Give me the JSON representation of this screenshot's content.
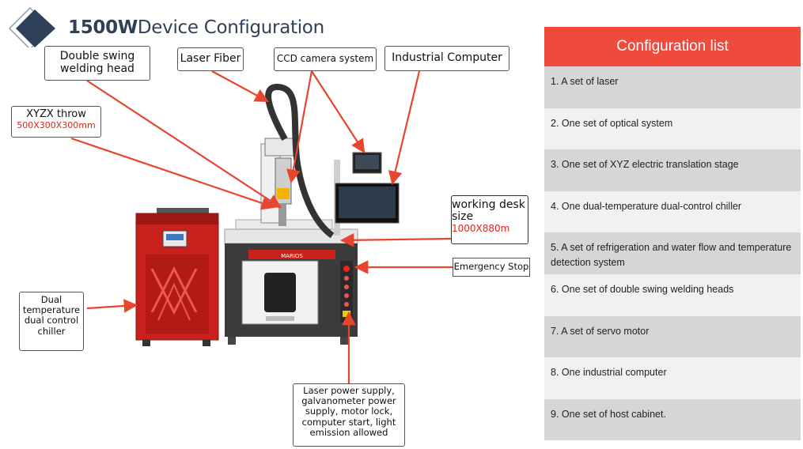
{
  "header": {
    "title_strong": "1500W",
    "title_rest": "Device Configuration"
  },
  "callouts": {
    "double_swing": "Double swing welding head",
    "laser_fiber": "Laser Fiber",
    "ccd_camera": "CCD camera system",
    "industrial_computer": "Industrial Computer",
    "xyzx_throw": "XYZX throw",
    "xyzx_size": "500X300X300mm",
    "working_desk": "working desk size",
    "working_desk_size": "1000X880m",
    "emergency_stop": "Emergency Stop",
    "chiller": "Dual temperature dual control chiller",
    "power_supply": "Laser power supply, galvanometer power supply, motor lock, computer start, light emission allowed"
  },
  "machine": {
    "brand_plate": "MARIOS"
  },
  "config": {
    "heading": "Configuration list",
    "items": [
      "1. A set of laser",
      "2. One set of optical system",
      "3. One set of XYZ electric translation stage",
      "4. One dual-temperature dual-control chiller",
      "5. A set of refrigeration and water flow and temperature detection system",
      "6. One set of double swing welding heads",
      "7. A set of servo motor",
      "8. One industrial computer",
      "9. One set of host cabinet."
    ]
  },
  "colors": {
    "accent_red": "#f04a3c",
    "title_navy": "#2f4159",
    "arrow_red": "#e8452e"
  }
}
